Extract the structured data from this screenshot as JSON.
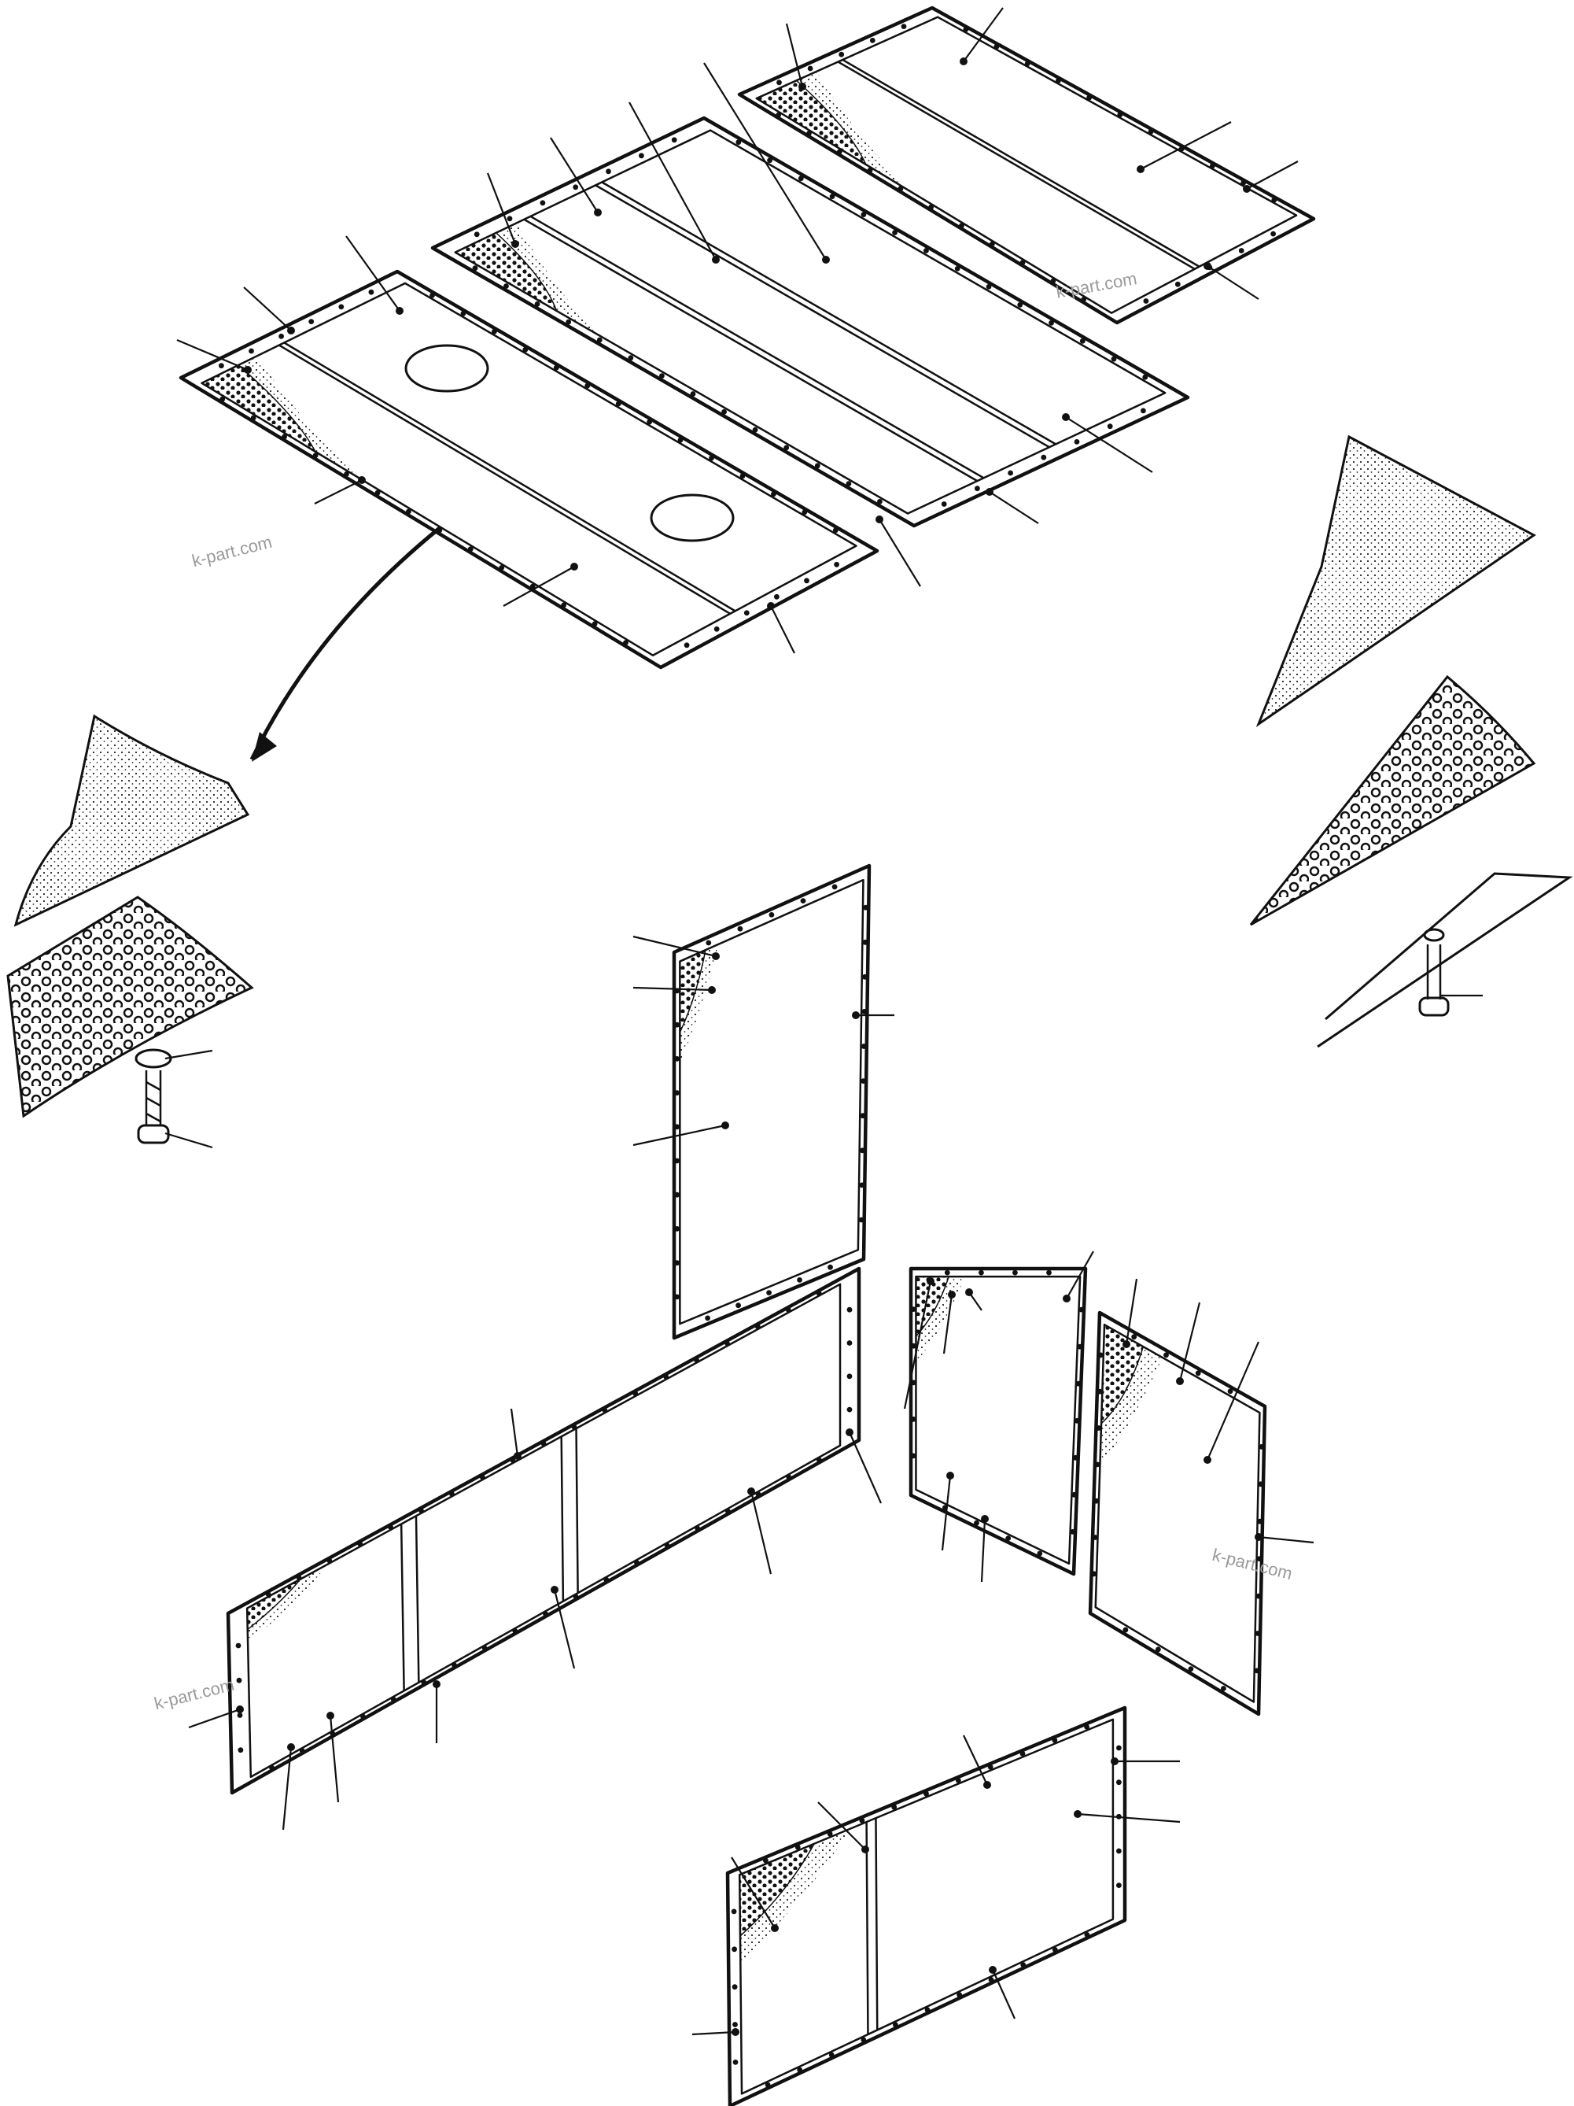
{
  "watermark": "k-part.com",
  "colors": {
    "ink": "#111111",
    "paper": "#ffffff",
    "watermark": "#9a9a9a"
  },
  "parts": [
    "top-panel-front",
    "top-panel-middle",
    "top-panel-rear",
    "side-panel-upper",
    "side-panel-long",
    "side-panel-small",
    "side-panel-right",
    "side-panel-bottom"
  ],
  "details": [
    "insulation-detail-left",
    "insulation-detail-right",
    "screw-and-washer"
  ]
}
